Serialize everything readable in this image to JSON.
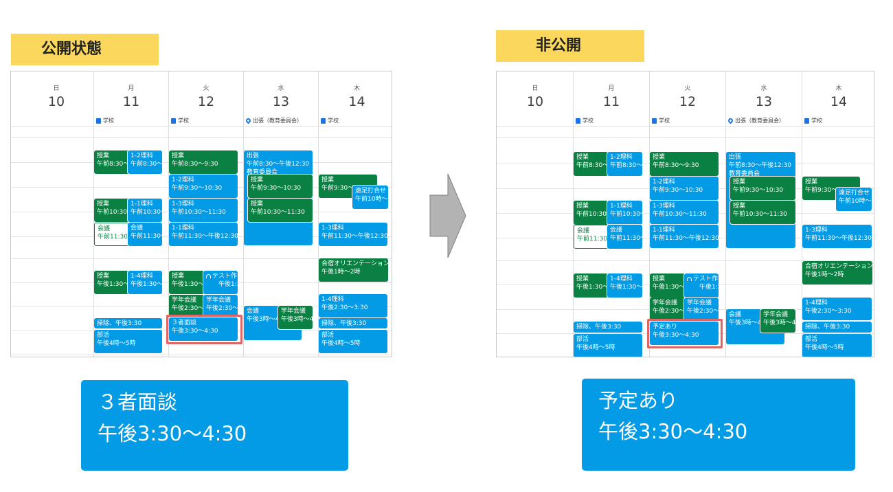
{
  "labels": {
    "public": "公開状態",
    "private": "非公開"
  },
  "days": [
    {
      "dow": "日",
      "num": "10",
      "location": ""
    },
    {
      "dow": "月",
      "num": "11",
      "location": "学校"
    },
    {
      "dow": "火",
      "num": "12",
      "location": "学校"
    },
    {
      "dow": "水",
      "num": "13",
      "location": "出張（教育委員会）"
    },
    {
      "dow": "木",
      "num": "14",
      "location": "学校"
    }
  ],
  "location_icons": [
    "",
    "building-icon",
    "building-icon",
    "map-pin-icon",
    "building-icon"
  ],
  "events": {
    "mon_jugyo1": {
      "title": "授業",
      "time": "午前8:30〜"
    },
    "mon_rika12": {
      "title": "1-2理科",
      "time": "午前8:30〜"
    },
    "mon_jugyo2": {
      "title": "授業",
      "time": "午前10:30〜"
    },
    "mon_rika11": {
      "title": "1-1理科",
      "time": "午前10:30〜"
    },
    "mon_kaigi_out": {
      "title": "会議",
      "time": "午前11:30〜"
    },
    "mon_kaigi": {
      "title": "会議",
      "time": "午前11:30〜"
    },
    "mon_jugyo3": {
      "title": "授業",
      "time": "午後1:30〜"
    },
    "mon_rika14": {
      "title": "1-4理科",
      "time": "午後1:30〜"
    },
    "mon_souji": {
      "title": "掃除、午後3:30"
    },
    "mon_bukatsu": {
      "title": "部活",
      "time": "午後4時〜5時"
    },
    "tue_jugyo1": {
      "title": "授業",
      "time": "午前8:30〜9:30"
    },
    "tue_rika12": {
      "title": "1-2理科",
      "time": "午前9:30〜10:30"
    },
    "tue_rika13": {
      "title": "1-3理科",
      "time": "午前10:30〜11:30"
    },
    "tue_rika11": {
      "title": "1-1理科",
      "time": "午前11:30〜午後12:30"
    },
    "tue_jugyo2": {
      "title": "授業",
      "time": "午後1:30〜"
    },
    "tue_test": {
      "title": "テスト作",
      "time": "午後1:3"
    },
    "tue_gakunen1": {
      "title": "学年会議",
      "time": "午後2:30〜"
    },
    "tue_gakunen2": {
      "title": "学年会議",
      "time": "午後2:30〜"
    },
    "wed_shucho": {
      "title": "出張",
      "time": "午前8:30〜午後12:30",
      "extra": "教育委員会"
    },
    "wed_jugyo1": {
      "title": "授業",
      "time": "午前9:30〜10:30"
    },
    "wed_jugyo2": {
      "title": "授業",
      "time": "午前10:30〜11:30"
    },
    "wed_kaigi": {
      "title": "会議",
      "time": "午後3時〜4"
    },
    "wed_gakunen": {
      "title": "学年会議",
      "time": "午後3時〜4"
    },
    "thu_jugyo": {
      "title": "授業",
      "time": "午前9:30〜"
    },
    "thu_ensoku": {
      "title": "遠足打合せ",
      "time": "午前10時〜"
    },
    "thu_rika13": {
      "title": "1-3理科",
      "time": "午前11:30〜午後12:30"
    },
    "thu_gasshuku": {
      "title": "合宿オリエンテーション",
      "time": "午後1時〜2時"
    },
    "thu_rika14": {
      "title": "1-4理科",
      "time": "午後2:30〜3:30"
    },
    "thu_souji": {
      "title": "掃除、午後3:30"
    },
    "thu_bukatsu": {
      "title": "部活",
      "time": "午後4時〜5時"
    }
  },
  "highlight_public": {
    "title": "３者面談",
    "time": "午後3:30〜4:30"
  },
  "highlight_private": {
    "title": "予定あり",
    "time": "午後3:30〜4:30"
  },
  "zoom_public": {
    "line1": "３者面談",
    "line2": "午後3:30〜4:30"
  },
  "zoom_private": {
    "line1": "予定あり",
    "line2": "午後3:30〜4:30"
  },
  "colors": {
    "event_blue": "#039be5",
    "event_green": "#0b8043",
    "label_bg": "#fbd75b",
    "highlight": "#e06666"
  }
}
